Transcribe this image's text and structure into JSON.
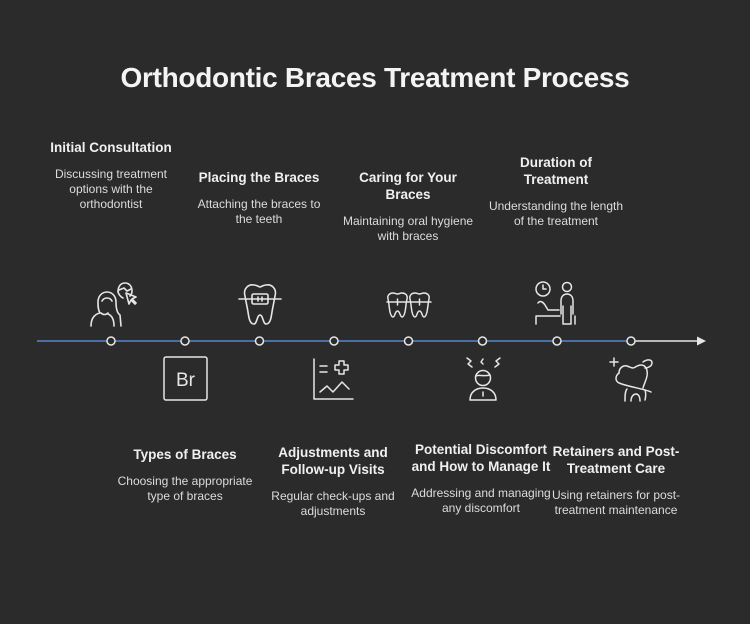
{
  "title": "Orthodontic Braces Treatment Process",
  "colors": {
    "background": "#2b2b2b",
    "timeline_line": "#4a6fa5",
    "timeline_tail": "#e6e6e6",
    "node_stroke": "#e6e6e6",
    "text": "#f0f0f0"
  },
  "steps": [
    {
      "title": "Initial Consultation",
      "description": "Discussing treatment options with the orthodontist",
      "icon": "consultation-icon",
      "position": "above"
    },
    {
      "title": "Types of Braces",
      "description": "Choosing the appropriate type of braces",
      "icon": "braces-type-br-icon",
      "position": "below"
    },
    {
      "title": "Placing the Braces",
      "description": "Attaching the braces to the teeth",
      "icon": "tooth-braces-icon",
      "position": "above"
    },
    {
      "title": "Adjustments and Follow-up Visits",
      "description": "Regular check-ups and adjustments",
      "icon": "medical-chart-icon",
      "position": "below"
    },
    {
      "title": "Caring for Your Braces",
      "description": "Maintaining oral hygiene with braces",
      "icon": "teeth-braces-icon",
      "position": "above"
    },
    {
      "title": "Potential Discomfort and How to Manage It",
      "description": "Addressing and managing any discomfort",
      "icon": "headache-person-icon",
      "position": "below"
    },
    {
      "title": "Duration of Treatment",
      "description": "Understanding the length of the treatment",
      "icon": "clock-appointment-icon",
      "position": "above"
    },
    {
      "title": "Retainers and Post-Treatment Care",
      "description": "Using retainers for post-treatment maintenance",
      "icon": "tooth-care-icon",
      "position": "below"
    }
  ]
}
